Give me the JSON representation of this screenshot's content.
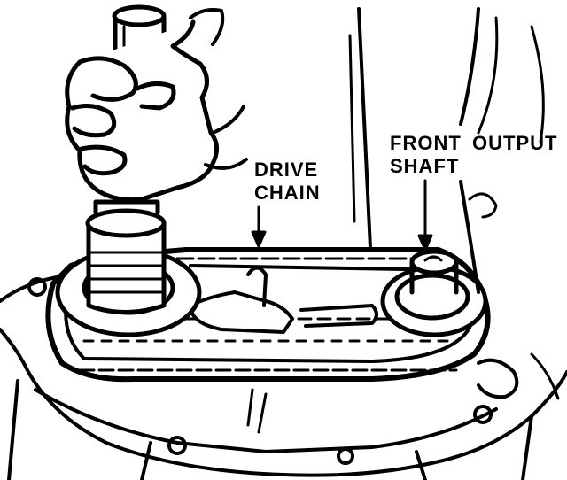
{
  "labels": {
    "drive_line1": "DRIVE",
    "drive_line2": "CHAIN",
    "front_line1": "FRONT",
    "front_line2": "SHAFT",
    "output": "OUTPUT"
  },
  "colors": {
    "ink": "#000000",
    "paper": "#ffffff"
  }
}
